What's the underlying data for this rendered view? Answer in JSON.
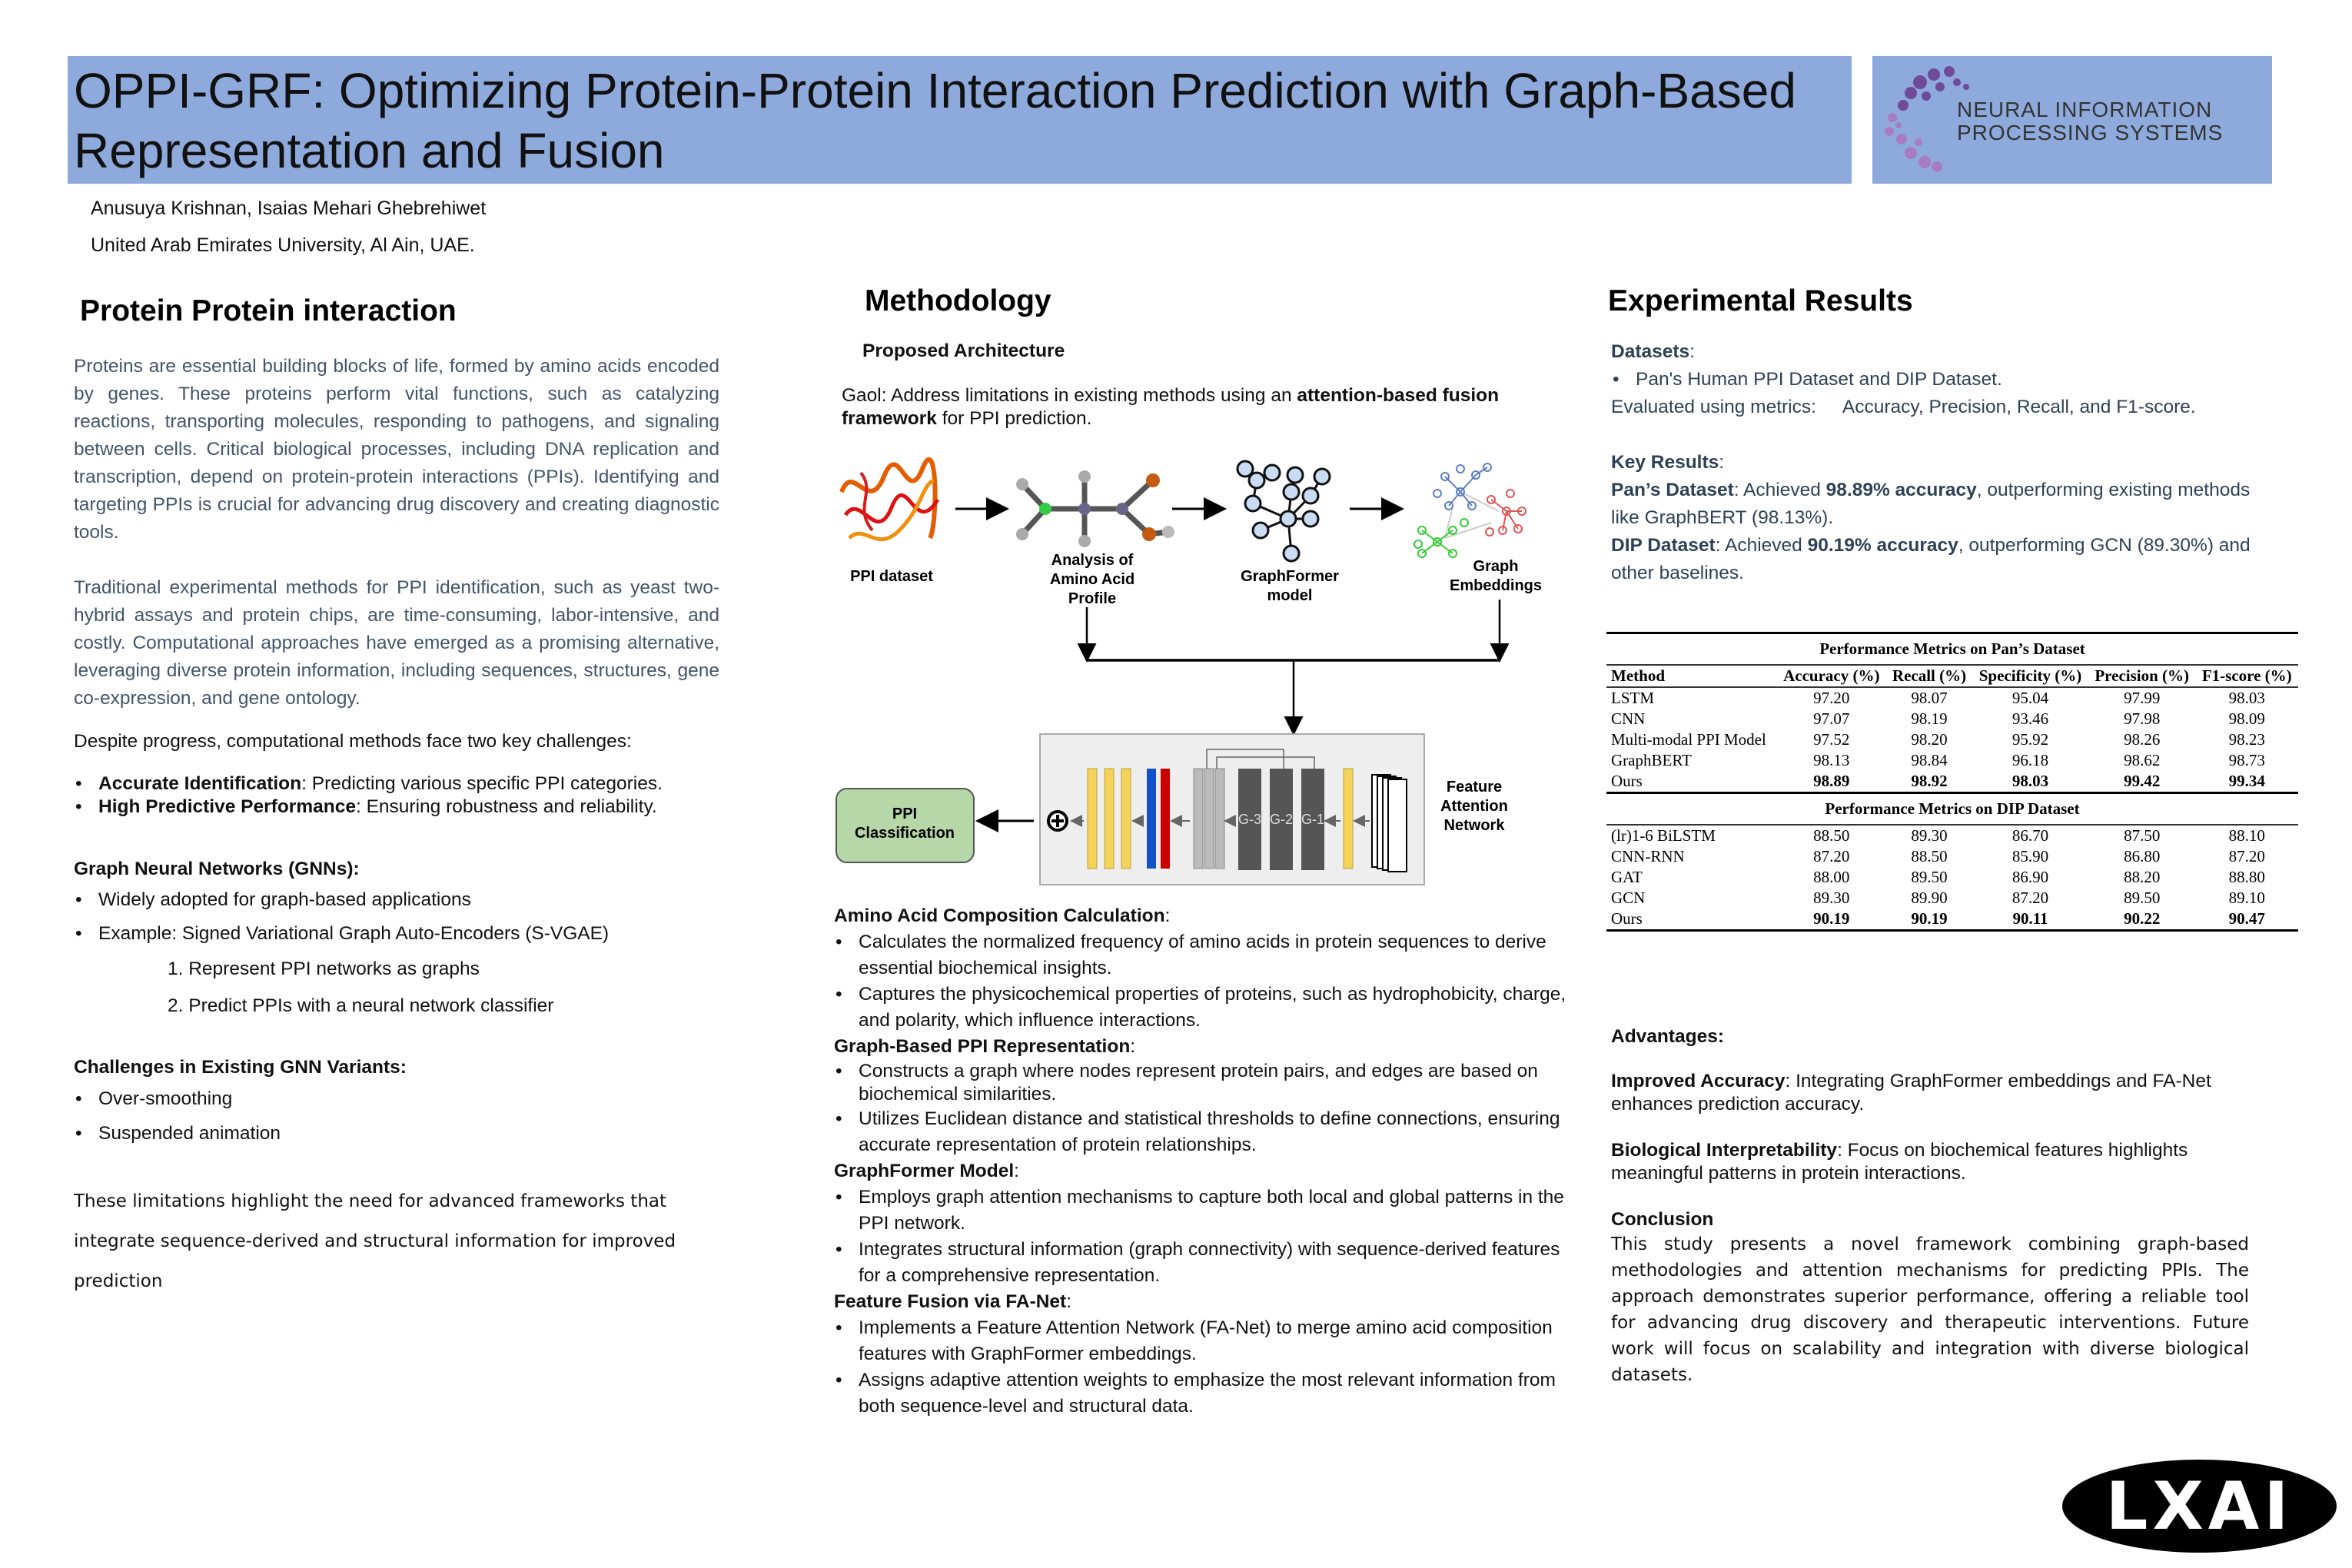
{
  "header": {
    "title": "OPPI-GRF: Optimizing Protein-Protein Interaction Prediction with Graph-Based Representation and Fusion",
    "logo_line1": "NEURAL INFORMATION",
    "logo_line2": "PROCESSING SYSTEMS",
    "authors": "Anusuya Krishnan,  Isaias Mehari Ghebrehiwet",
    "affiliation": "United Arab Emirates University,  Al Ain, UAE."
  },
  "left": {
    "heading": "Protein Protein interaction",
    "para1": "Proteins are essential building blocks of life, formed by amino acids encoded by genes. These proteins perform vital functions, such as catalyzing reactions, transporting molecules, responding to pathogens, and signaling between cells. Critical biological processes, including DNA replication and transcription, depend on protein-protein interactions (PPIs). Identifying and targeting PPIs is crucial for advancing drug discovery and creating diagnostic tools.",
    "para2": "Traditional experimental methods for PPI identification, such as yeast two-hybrid assays and protein chips, are time-consuming, labor-intensive, and costly. Computational approaches have emerged as a promising alternative, leveraging diverse protein information, including sequences, structures, gene co-expression, and gene ontology.",
    "challenges_intro": "Despite progress, computational methods face two key challenges:",
    "challenges": [
      {
        "bold": "Accurate Identification",
        "text": ": Predicting various specific PPI categories."
      },
      {
        "bold": "High Predictive Performance",
        "text": ": Ensuring robustness and reliability."
      }
    ],
    "gnn_heading": "Graph Neural Networks (GNNs):",
    "gnn_items": [
      "Widely adopted for graph-based applications",
      "Example: Signed Variational Graph Auto-Encoders (S-VGAE)"
    ],
    "gnn_steps": [
      "1. Represent PPI networks as graphs",
      "2. Predict PPIs with a neural network classifier"
    ],
    "gnn_var_heading": "Challenges in Existing GNN Variants:",
    "gnn_var_items": [
      "Over-smoothing",
      "Suspended animation"
    ],
    "closing": "These limitations highlight the need for advanced frameworks that integrate sequence-derived and structural information for improved prediction"
  },
  "middle": {
    "heading": "Methodology",
    "subheading": "Proposed Architecture",
    "goal_prefix": "Gaol: Address limitations in existing methods using an ",
    "goal_bold": "attention-based fusion framework",
    "goal_suffix": " for PPI prediction.",
    "figure": {
      "ppi_dataset": "PPI dataset",
      "amino": [
        "Analysis of",
        "Amino Acid",
        "Profile"
      ],
      "graphformer": [
        "GraphFormer",
        "model"
      ],
      "embeddings": [
        "Graph",
        "Embeddings"
      ],
      "fanet": [
        "Feature",
        "Attention",
        "Network"
      ],
      "classification": [
        "PPI",
        "Classification"
      ],
      "g_blocks": [
        "G-3",
        "G-2",
        "G-1"
      ]
    },
    "sections": [
      {
        "title": "Amino Acid Composition Calculation",
        "items": [
          "Calculates the normalized frequency of amino acids in protein sequences to derive essential biochemical insights.",
          "Captures the physicochemical properties of proteins, such as hydrophobicity, charge, and polarity, which influence interactions."
        ]
      },
      {
        "title": "Graph-Based PPI Representation",
        "items": [
          "Constructs a graph where nodes represent protein pairs, and edges are based on biochemical similarities.",
          "Utilizes Euclidean distance and statistical thresholds to define connections, ensuring accurate representation of protein relationships."
        ]
      },
      {
        "title": "GraphFormer Model",
        "items": [
          "Employs graph attention mechanisms to capture both local and global patterns in the PPI network.",
          "Integrates structural information (graph connectivity) with sequence-derived features for a comprehensive representation."
        ]
      },
      {
        "title": "Feature Fusion via FA-Net",
        "items": [
          "Implements a Feature Attention Network (FA-Net) to merge amino acid composition features with GraphFormer embeddings.",
          "Assigns adaptive attention weights to emphasize the most relevant information from both sequence-level and structural data."
        ]
      }
    ]
  },
  "right": {
    "heading": "Experimental Results",
    "datasets_label": "Datasets",
    "datasets_item": "Pan's Human PPI Dataset and DIP Dataset.",
    "metrics_label": "Evaluated using metrics:",
    "metrics_value": "Accuracy, Precision, Recall, and F1-score.",
    "key_results_label": "Key Results",
    "pan_label": "Pan’s Dataset",
    "pan_pre": ": Achieved ",
    "pan_bold": "98.89%  accuracy",
    "pan_post": ", outperforming existing methods like GraphBERT (98.13%).",
    "dip_label": "DIP Dataset",
    "dip_pre": ": Achieved ",
    "dip_bold": "90.19%  accuracy",
    "dip_post": ", outperforming GCN (89.30%) and other baselines.",
    "table": {
      "pan_title": "Performance Metrics on Pan’s Dataset",
      "dip_title": "Performance Metrics on DIP Dataset",
      "columns": [
        "Method",
        "Accuracy (%)",
        "Recall (%)",
        "Specificity (%)",
        "Precision (%)",
        "F1-score (%)"
      ],
      "pan_rows": [
        [
          "LSTM",
          "97.20",
          "98.07",
          "95.04",
          "97.99",
          "98.03"
        ],
        [
          "CNN",
          "97.07",
          "98.19",
          "93.46",
          "97.98",
          "98.09"
        ],
        [
          "Multi-modal PPI Model",
          "97.52",
          "98.20",
          "95.92",
          "98.26",
          "98.23"
        ],
        [
          "GraphBERT",
          "98.13",
          "98.84",
          "96.18",
          "98.62",
          "98.73"
        ],
        [
          "Ours",
          "98.89",
          "98.92",
          "98.03",
          "99.42",
          "99.34"
        ]
      ],
      "dip_rows": [
        [
          "(lr)1-6 BiLSTM",
          "88.50",
          "89.30",
          "86.70",
          "87.50",
          "88.10"
        ],
        [
          "CNN-RNN",
          "87.20",
          "88.50",
          "85.90",
          "86.80",
          "87.20"
        ],
        [
          "GAT",
          "88.00",
          "89.50",
          "86.90",
          "88.20",
          "88.80"
        ],
        [
          "GCN",
          "89.30",
          "89.90",
          "87.20",
          "89.50",
          "89.10"
        ],
        [
          "Ours",
          "90.19",
          "90.19",
          "90.11",
          "90.22",
          "90.47"
        ]
      ]
    },
    "advantages_heading": "Advantages:",
    "adv1_bold": "Improved Accuracy",
    "adv1_text": ": Integrating GraphFormer embeddings and FA-Net enhances prediction accuracy.",
    "adv2_bold": "Biological Interpretability",
    "adv2_text": ": Focus on biochemical features highlights meaningful patterns in protein interactions.",
    "conclusion_heading": "Conclusion",
    "conclusion_text": "This study presents a novel framework combining graph-based methodologies and attention mechanisms for predicting PPIs. The approach demonstrates superior performance, offering a reliable tool for advancing drug discovery and therapeutic interventions. Future work will focus on scalability and integration with diverse biological datasets."
  },
  "footer": {
    "lxai_logo": "LXAI"
  },
  "colors": {
    "header_bg": "#8eaadc",
    "left_text": "#44546a",
    "right_text": "#2f4156",
    "logo_purple": "#7b4fa0"
  }
}
